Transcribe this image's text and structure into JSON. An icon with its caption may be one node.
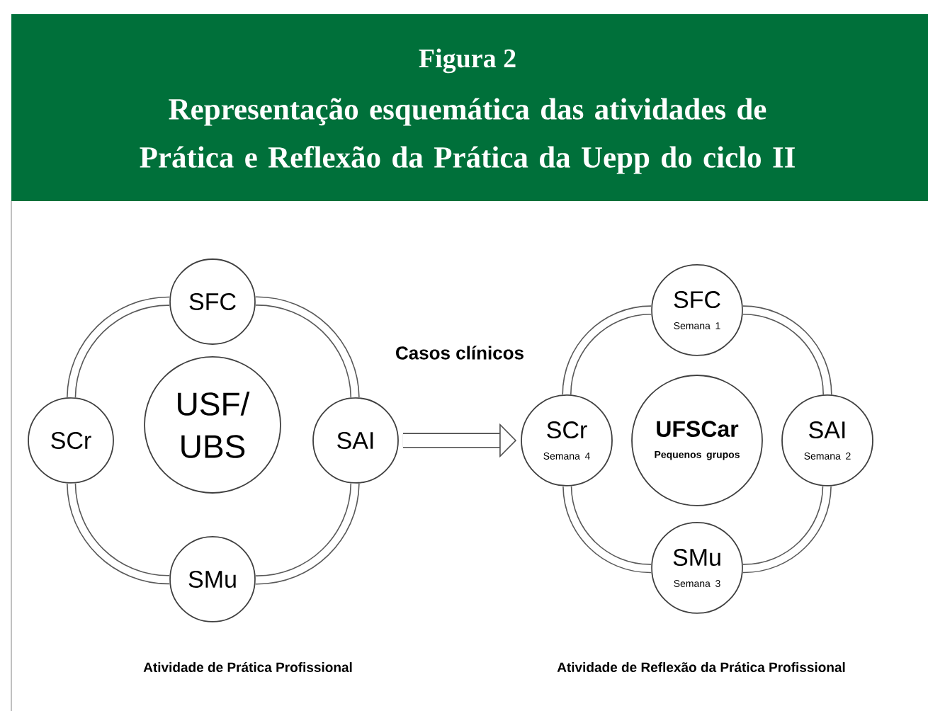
{
  "diagram": {
    "title": "Representação esquemática das atividades de Prática e Reflexão da Prática da Uepp do ciclo II",
    "nodes": [
      {
        "text": [
          "SFC"
        ]
      },
      {
        "text": [
          "SCr"
        ]
      },
      {
        "text": [
          "USF/ UBS"
        ]
      },
      {
        "text": [
          "SAI"
        ]
      },
      {
        "text": [
          "SMu"
        ]
      },
      {
        "text": [
          "SFC",
          "Semana 1"
        ]
      },
      {
        "text": [
          "SCr",
          "Semana 4"
        ]
      },
      {
        "text": [
          "UFSCar",
          "Pequenos grupos"
        ]
      },
      {
        "text": [
          "SAI",
          "Semana 2"
        ]
      },
      {
        "text": [
          "SMu",
          "Semana 3"
        ]
      }
    ],
    "edges": [
      {
        "from": 0,
        "to": 3,
        "arrow": "none"
      },
      {
        "from": 3,
        "to": 4,
        "arrow": "none"
      },
      {
        "from": 4,
        "to": 1,
        "arrow": "none"
      },
      {
        "from": 1,
        "to": 0,
        "arrow": "none"
      },
      {
        "from": 5,
        "to": 8,
        "arrow": "none"
      },
      {
        "from": 8,
        "to": 9,
        "arrow": "none"
      },
      {
        "from": 9,
        "to": 6,
        "arrow": "none"
      },
      {
        "from": 6,
        "to": 5,
        "arrow": "none"
      },
      {
        "from": 3,
        "to": 6,
        "arrow": "to",
        "label": "Casos clínicos"
      }
    ],
    "labels": [
      "Figura 2",
      "Atividade de Prática Profissional",
      "Atividade de Reflexão da Prática Profissional"
    ]
  }
}
